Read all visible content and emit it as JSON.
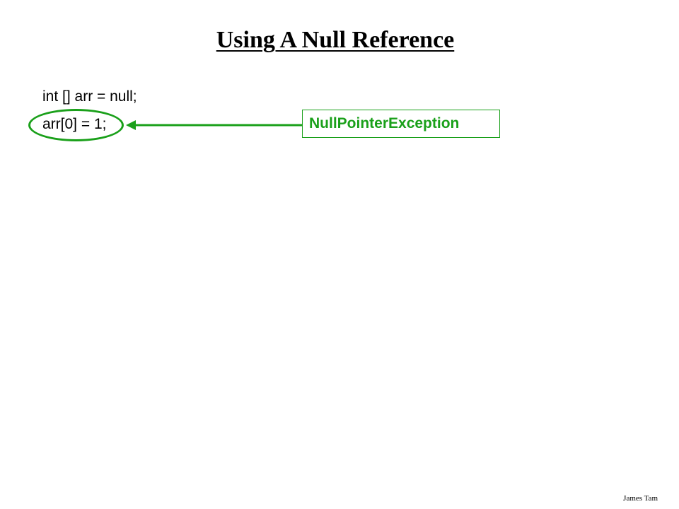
{
  "slide": {
    "title": "Using A Null Reference",
    "code_lines": [
      "int [] arr = null;",
      "arr[0] = 1;"
    ],
    "callout": "NullPointerException",
    "footer": "James Tam"
  },
  "colors": {
    "accent_green": "#1aa01a",
    "text": "#000000",
    "background": "#ffffff"
  }
}
